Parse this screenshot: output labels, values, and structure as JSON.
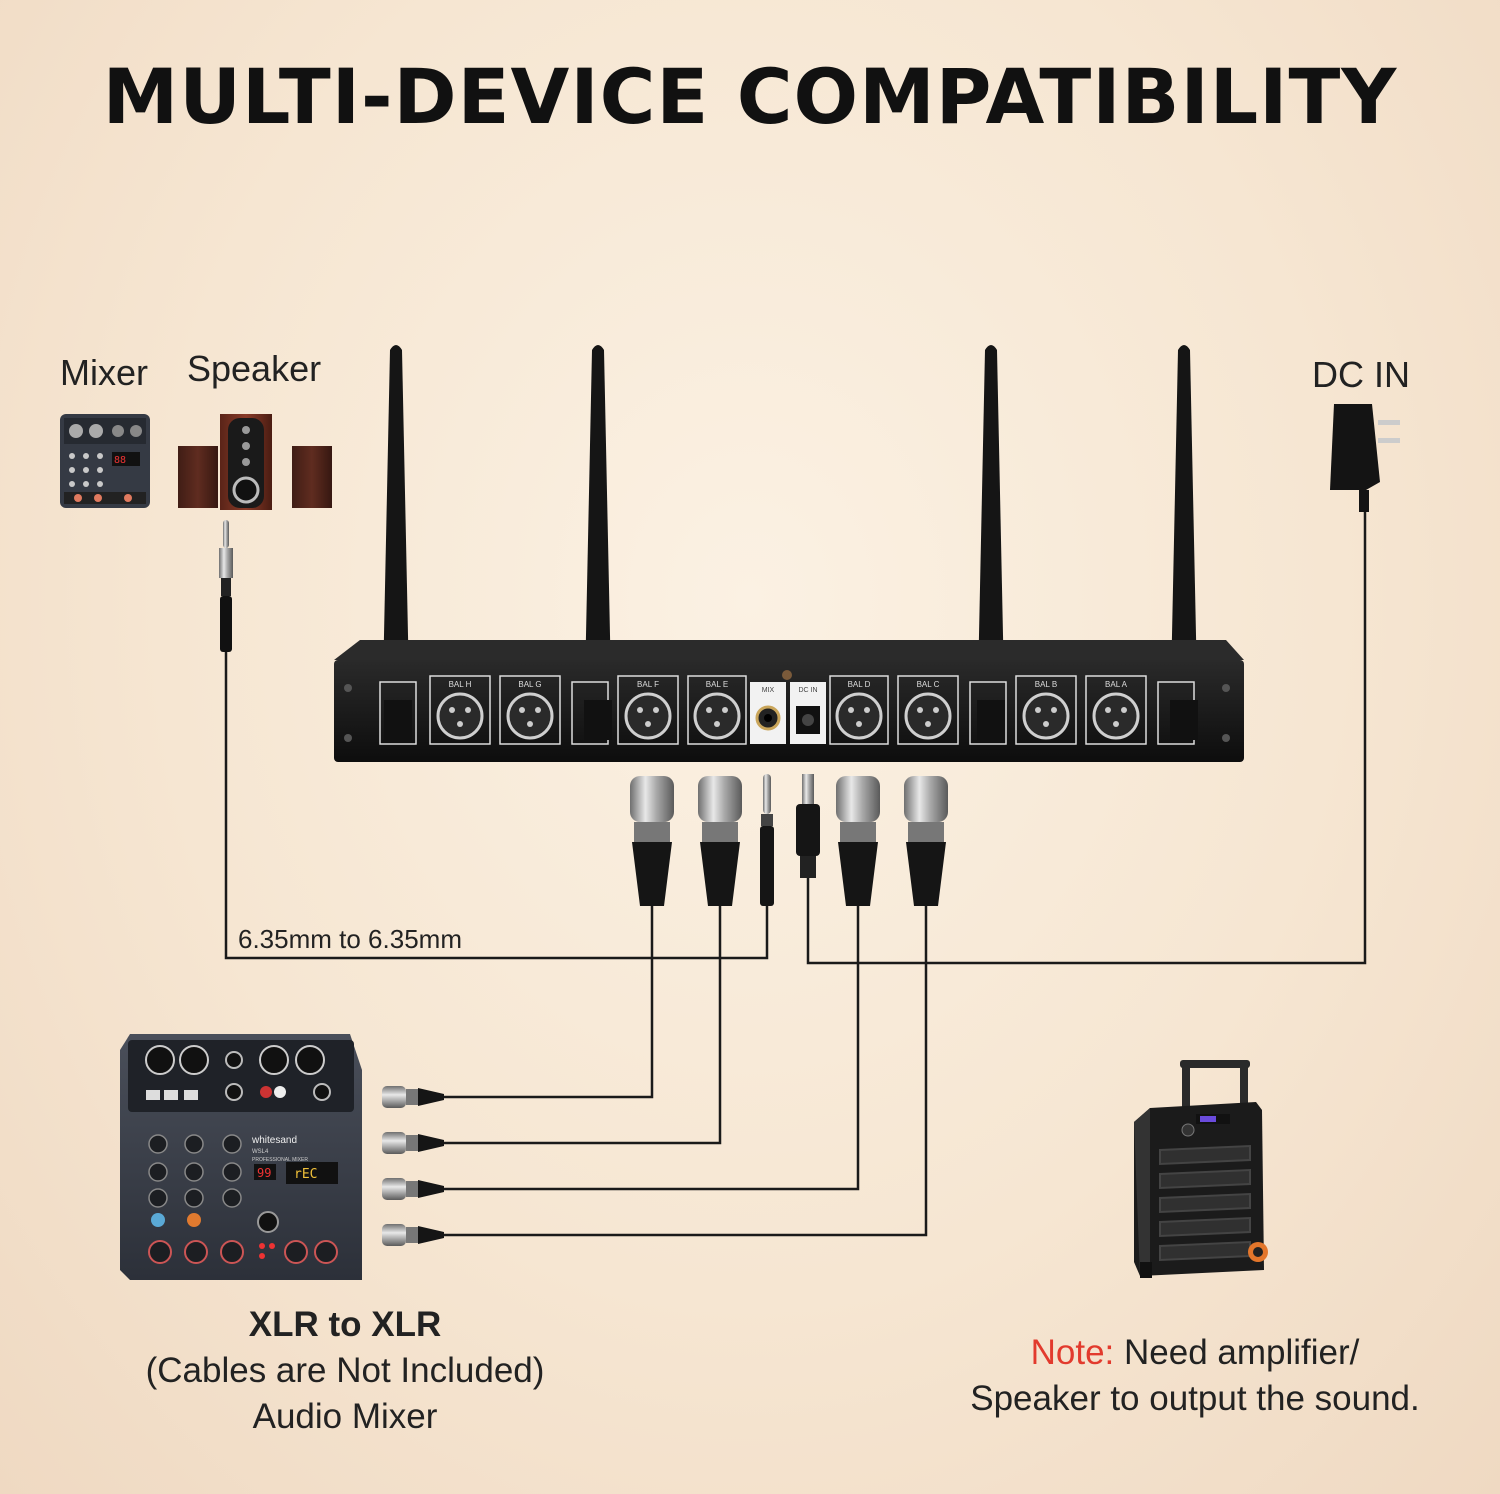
{
  "title": "MULTI-DEVICE COMPATIBILITY",
  "labels": {
    "mixer": "Mixer",
    "speaker": "Speaker",
    "dc_in": "DC IN",
    "cable_635": "6.35mm to 6.35mm"
  },
  "receiver": {
    "ports": [
      "BAL H",
      "BAL G",
      "BAL F",
      "BAL E",
      "MIX",
      "DC IN",
      "BAL D",
      "BAL C",
      "BAL B",
      "BAL A"
    ]
  },
  "mixer_device": {
    "brand": "whitesand",
    "model": "WSL4",
    "subtitle": "PROFESSIONAL MIXER",
    "display_left": "99",
    "display_right": "rEC"
  },
  "caption": {
    "line1": "XLR to XLR",
    "line2": "(Cables are Not Included)",
    "line3": "Audio Mixer"
  },
  "note": {
    "prefix": "Note:",
    "line1": " Need amplifier/",
    "line2": "Speaker to output the sound."
  },
  "colors": {
    "background": "#f6e6d2",
    "note_red": "#e23a2d",
    "device_black": "#151515"
  }
}
